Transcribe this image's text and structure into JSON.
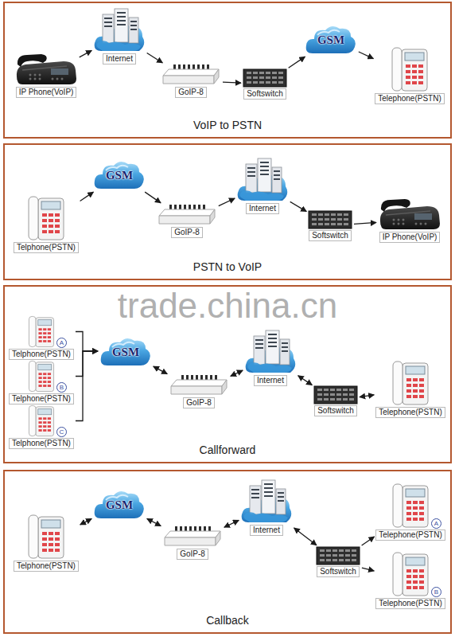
{
  "diagram": {
    "nodes": [
      {
        "text": [
          "VoIP to PSTN"
        ]
      },
      {
        "text": [
          "IP Phone(VoIP)"
        ],
        "in": 0
      },
      {
        "text": [
          "Internet"
        ],
        "in": 0
      },
      {
        "text": [
          "GoIP-8"
        ],
        "in": 0
      },
      {
        "text": [
          "Softswitch"
        ],
        "in": 0
      },
      {
        "text": [
          "GSM"
        ],
        "in": 0
      },
      {
        "text": [
          "Telephone(PSTN)"
        ],
        "in": 0
      },
      {
        "text": [
          "PSTN to VoIP"
        ]
      },
      {
        "text": [
          "Telphone(PSTN)"
        ],
        "in": 7
      },
      {
        "text": [
          "GSM"
        ],
        "in": 7
      },
      {
        "text": [
          "GoIP-8"
        ],
        "in": 7
      },
      {
        "text": [
          "Internet"
        ],
        "in": 7
      },
      {
        "text": [
          "Softswitch"
        ],
        "in": 7
      },
      {
        "text": [
          "IP Phone(VoIP)"
        ],
        "in": 7
      },
      {
        "text": [
          "Callforward"
        ]
      },
      {
        "text": [
          "A",
          "Telphone(PSTN)"
        ],
        "in": 14
      },
      {
        "text": [
          "B",
          "Telphone(PSTN)"
        ],
        "in": 14
      },
      {
        "text": [
          "C",
          "Telphone(PSTN)"
        ],
        "in": 14
      },
      {
        "text": [
          "GSM"
        ],
        "in": 14
      },
      {
        "text": [
          "GoIP-8"
        ],
        "in": 14
      },
      {
        "text": [
          "Internet"
        ],
        "in": 14
      },
      {
        "text": [
          "Softswitch"
        ],
        "in": 14
      },
      {
        "text": [
          "Telephone(PSTN)"
        ],
        "in": 14
      },
      {
        "text": [
          "Callback"
        ]
      },
      {
        "text": [
          "Telphone(PSTN)"
        ],
        "in": 23
      },
      {
        "text": [
          "GSM"
        ],
        "in": 23
      },
      {
        "text": [
          "GoIP-8"
        ],
        "in": 23
      },
      {
        "text": [
          "Internet"
        ],
        "in": 23
      },
      {
        "text": [
          "Softswitch"
        ],
        "in": 23
      },
      {
        "text": [
          "A",
          "Telephone(PSTN)"
        ],
        "in": 23
      },
      {
        "text": [
          "B",
          "Telephone(PSTN)"
        ],
        "in": 23
      }
    ],
    "edges": [
      {
        "from": 1,
        "to": 2,
        "arrow": "to"
      },
      {
        "from": 2,
        "to": 3,
        "arrow": "to"
      },
      {
        "from": 3,
        "to": 4,
        "arrow": "to"
      },
      {
        "from": 4,
        "to": 5,
        "arrow": "to"
      },
      {
        "from": 5,
        "to": 6,
        "arrow": "to"
      },
      {
        "from": 8,
        "to": 9,
        "arrow": "to"
      },
      {
        "from": 9,
        "to": 10,
        "arrow": "to"
      },
      {
        "from": 10,
        "to": 11,
        "arrow": "to"
      },
      {
        "from": 11,
        "to": 12,
        "arrow": "to"
      },
      {
        "from": 12,
        "to": 13,
        "arrow": "to"
      },
      {
        "from": 15,
        "to": 18,
        "arrow": "to"
      },
      {
        "from": 16,
        "to": 18,
        "arrow": "to"
      },
      {
        "from": 17,
        "to": 18,
        "arrow": "to"
      },
      {
        "from": 18,
        "to": 19,
        "arrow": "both"
      },
      {
        "from": 19,
        "to": 20,
        "arrow": "both"
      },
      {
        "from": 20,
        "to": 21,
        "arrow": "both"
      },
      {
        "from": 21,
        "to": 22,
        "arrow": "both"
      },
      {
        "from": 24,
        "to": 25,
        "arrow": "both"
      },
      {
        "from": 25,
        "to": 26,
        "arrow": "both"
      },
      {
        "from": 26,
        "to": 27,
        "arrow": "both"
      },
      {
        "from": 27,
        "to": 28,
        "arrow": "both"
      },
      {
        "from": 28,
        "to": 29,
        "arrow": "to"
      },
      {
        "from": 28,
        "to": 30,
        "arrow": "to"
      }
    ],
    "labels": [
      "trade.china.cn"
    ]
  }
}
